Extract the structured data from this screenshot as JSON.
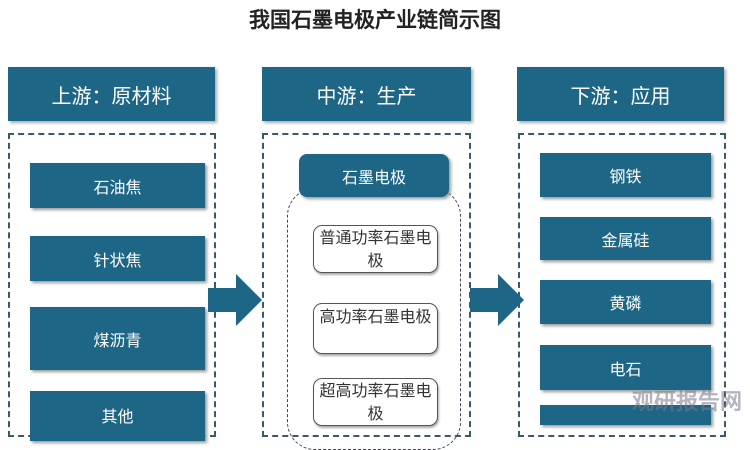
{
  "title": "我国石墨电极产业链简示图",
  "upstream": {
    "header": "上游：原材料",
    "items": [
      "石油焦",
      "针状焦",
      "煤沥青",
      "其他"
    ]
  },
  "midstream": {
    "header": "中游：生产",
    "main": "石墨电极",
    "items": [
      "普通功率石墨电极",
      "高功率石墨电极",
      "超高功率石墨电极"
    ]
  },
  "downstream": {
    "header": "下游：应用",
    "items": [
      "钢铁",
      "金属硅",
      "黄磷",
      "电石",
      ""
    ]
  },
  "watermark": "观研报告网",
  "colors": {
    "primary": "#1e6685"
  }
}
